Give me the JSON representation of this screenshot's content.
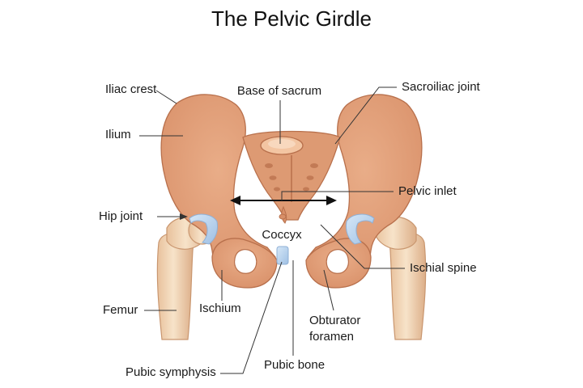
{
  "title": "The Pelvic Girdle",
  "labels": {
    "iliac_crest": "Iliac crest",
    "ilium": "Ilium",
    "base_of_sacrum": "Base of sacrum",
    "sacroiliac_joint": "Sacroiliac joint",
    "pelvic_inlet": "Pelvic inlet",
    "hip_joint": "Hip joint",
    "coccyx": "Coccyx",
    "ischial_spine": "Ischial spine",
    "femur": "Femur",
    "ischium": "Ischium",
    "obturator_foramen_line1": "Obturator",
    "obturator_foramen_line2": "foramen",
    "pubic_symphysis": "Pubic symphysis",
    "pubic_bone": "Pubic bone"
  },
  "colors": {
    "bone": "#e2a27c",
    "bone_shadow": "#c9825d",
    "bone_outline": "#b8704c",
    "femur": "#f0d2b0",
    "femur_shadow": "#d9a985",
    "cartilage": "#b8d3ef",
    "leader_line": "#333333"
  }
}
